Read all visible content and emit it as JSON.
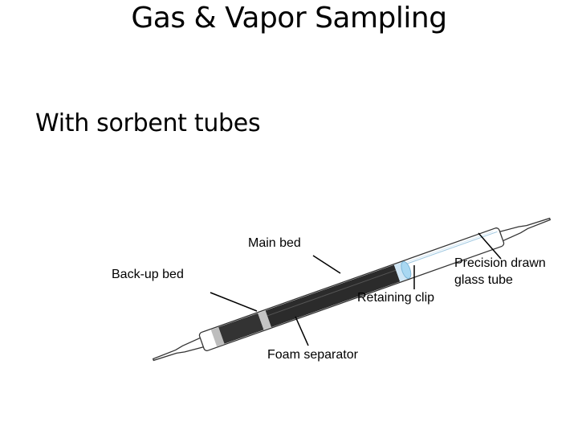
{
  "slide": {
    "title": "Gas & Vapor Sampling",
    "subtitle": "With sorbent tubes"
  },
  "diagram": {
    "labels": {
      "main_bed": "Main bed",
      "backup_bed": "Back-up bed",
      "precision_line1": "Precision drawn",
      "precision_line2": "glass tube",
      "retaining_clip": "Retaining clip",
      "foam_separator": "Foam separator"
    },
    "colors": {
      "sorbent": "#333333",
      "separator": "#bfbfbf",
      "clip": "#a9d8f2",
      "glass_outline": "#333333"
    }
  }
}
